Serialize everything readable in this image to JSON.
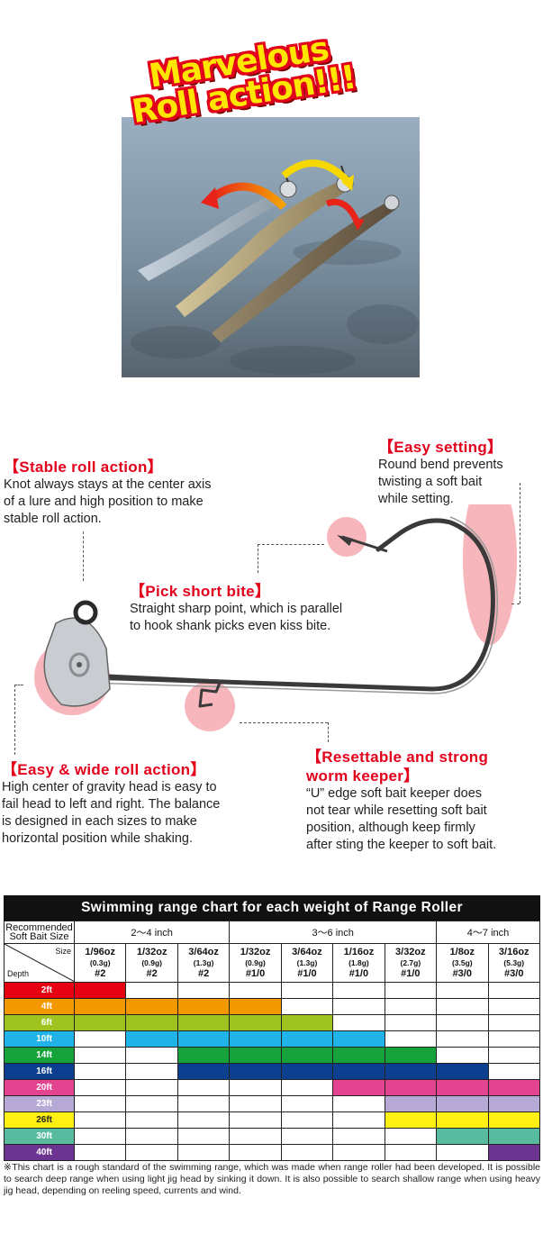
{
  "hero": {
    "headline_line1": "Marvelous",
    "headline_line2": "Roll action!!!"
  },
  "features": {
    "stable": {
      "title": "【Stable roll action】",
      "body": [
        "Knot always stays at the center axis",
        "of a lure and high position to make",
        "stable roll action."
      ]
    },
    "easy_setting": {
      "title": "【Easy setting】",
      "body": [
        "Round bend prevents",
        "twisting a soft bait",
        "while setting."
      ]
    },
    "pick": {
      "title": "【Pick short bite】",
      "body": [
        "Straight sharp point, which is parallel",
        "to hook shank picks even kiss bite."
      ]
    },
    "wide": {
      "title": "【Easy & wide roll action】",
      "body": [
        "High center of gravity head is easy to",
        "fail head to left and right. The balance",
        "is designed in each sizes  to make",
        "horizontal position while shaking."
      ]
    },
    "keeper": {
      "title_line1": "【Resettable and strong",
      "title_line2": "worm keeper】",
      "body": [
        "“U” edge soft bait keeper does",
        "not tear while resetting soft bait",
        "position, although keep firmly",
        "after sting the keeper to soft bait."
      ]
    }
  },
  "chart": {
    "title": "Swimming range chart for each weight of Range Roller",
    "corner_top_line1": "Recommended",
    "corner_top_line2": "Soft Bait Size",
    "corner_size": "Size",
    "corner_depth": "Depth",
    "groups": [
      {
        "label": "2～4 inch",
        "span": 3
      },
      {
        "label": "3～6 inch",
        "span": 4
      },
      {
        "label": "4～7 inch",
        "span": 2
      }
    ],
    "weights": [
      {
        "oz": "1/96oz",
        "g": "(0.3g)",
        "hook": "#2"
      },
      {
        "oz": "1/32oz",
        "g": "(0.9g)",
        "hook": "#2"
      },
      {
        "oz": "3/64oz",
        "g": "(1.3g)",
        "hook": "#2"
      },
      {
        "oz": "1/32oz",
        "g": "(0.9g)",
        "hook": "#1/0"
      },
      {
        "oz": "3/64oz",
        "g": "(1.3g)",
        "hook": "#1/0"
      },
      {
        "oz": "1/16oz",
        "g": "(1.8g)",
        "hook": "#1/0"
      },
      {
        "oz": "3/32oz",
        "g": "(2.7g)",
        "hook": "#1/0"
      },
      {
        "oz": "1/8oz",
        "g": "(3.5g)",
        "hook": "#3/0"
      },
      {
        "oz": "3/16oz",
        "g": "(5.3g)",
        "hook": "#3/0"
      }
    ],
    "depths": [
      {
        "label": "2ft",
        "color": "#e60012",
        "range": [
          0,
          0
        ]
      },
      {
        "label": "4ft",
        "color": "#f39800",
        "range": [
          0,
          3
        ]
      },
      {
        "label": "6ft",
        "color": "#9fc31f",
        "range": [
          0,
          4
        ]
      },
      {
        "label": "10ft",
        "color": "#1fb3e8",
        "range": [
          1,
          5
        ]
      },
      {
        "label": "14ft",
        "color": "#16a33b",
        "range": [
          2,
          6
        ]
      },
      {
        "label": "16ft",
        "color": "#0c3f8f",
        "range": [
          2,
          7
        ]
      },
      {
        "label": "20ft",
        "color": "#e4448f",
        "range": [
          5,
          8
        ]
      },
      {
        "label": "23ft",
        "color": "#b7a9d6",
        "range": [
          6,
          8
        ]
      },
      {
        "label": "26ft",
        "color": "#fff014",
        "range": [
          6,
          8
        ]
      },
      {
        "label": "30ft",
        "color": "#58bba0",
        "range": [
          7,
          8
        ]
      },
      {
        "label": "40ft",
        "color": "#6b3491",
        "range": [
          8,
          8
        ]
      }
    ]
  },
  "footnote": "※This chart is a rough standard of the swimming range, which was made when range roller had been developed.  It is possible to search deep range when using light jig head by sinking it down. It is also possible to search shallow range when using heavy jig head, depending on reeling speed, currents and wind."
}
